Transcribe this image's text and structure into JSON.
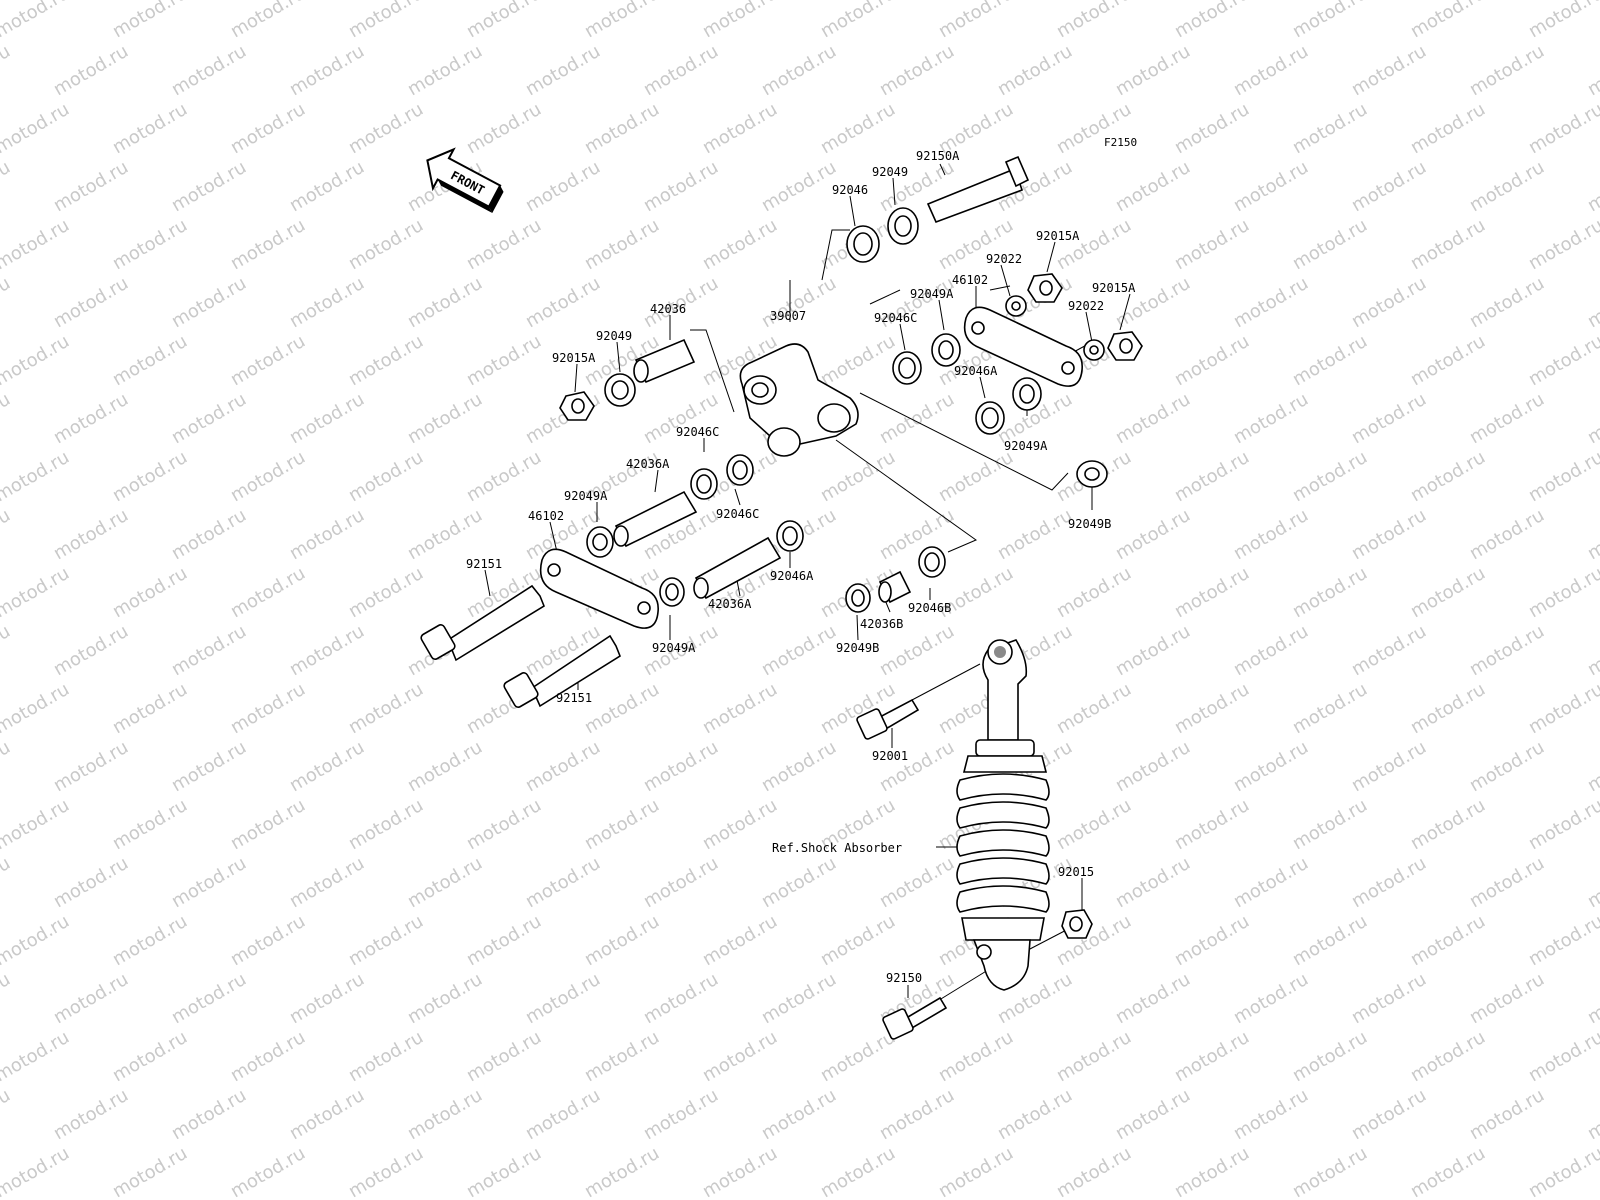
{
  "watermark": "motod.ru",
  "figure_code": "F2150",
  "front_label": "FRONT",
  "ref_label": "Ref.Shock Absorber",
  "parts": [
    {
      "id": "p92150A",
      "label": "92150A"
    },
    {
      "id": "p92049_top",
      "label": "92049"
    },
    {
      "id": "p92046_top",
      "label": "92046"
    },
    {
      "id": "p92015A_r1",
      "label": "92015A"
    },
    {
      "id": "p92022_r1",
      "label": "92022"
    },
    {
      "id": "p46102_r",
      "label": "46102"
    },
    {
      "id": "p92015A_r2",
      "label": "92015A"
    },
    {
      "id": "p92022_r2",
      "label": "92022"
    },
    {
      "id": "p92049A_r",
      "label": "92049A"
    },
    {
      "id": "p42036",
      "label": "42036"
    },
    {
      "id": "p39007",
      "label": "39007"
    },
    {
      "id": "p92046C_r",
      "label": "92046C"
    },
    {
      "id": "p92049_l",
      "label": "92049"
    },
    {
      "id": "p92015A_l",
      "label": "92015A"
    },
    {
      "id": "p92046A_r",
      "label": "92046A"
    },
    {
      "id": "p92049A_r2",
      "label": "92049A"
    },
    {
      "id": "p92046C_m1",
      "label": "92046C"
    },
    {
      "id": "p42036A_1",
      "label": "42036A"
    },
    {
      "id": "p92049B_r",
      "label": "92049B"
    },
    {
      "id": "p92049A_l",
      "label": "92049A"
    },
    {
      "id": "p92046C_m2",
      "label": "92046C"
    },
    {
      "id": "p46102_l",
      "label": "46102"
    },
    {
      "id": "p92151_a",
      "label": "92151"
    },
    {
      "id": "p92046A_m",
      "label": "92046A"
    },
    {
      "id": "p42036A_2",
      "label": "42036A"
    },
    {
      "id": "p92046B",
      "label": "92046B"
    },
    {
      "id": "p42036B",
      "label": "42036B"
    },
    {
      "id": "p92049B_b",
      "label": "92049B"
    },
    {
      "id": "p92049A_b",
      "label": "92049A"
    },
    {
      "id": "p92151_b",
      "label": "92151"
    },
    {
      "id": "p92001",
      "label": "92001"
    },
    {
      "id": "p92015",
      "label": "92015"
    },
    {
      "id": "p92150",
      "label": "92150"
    }
  ]
}
